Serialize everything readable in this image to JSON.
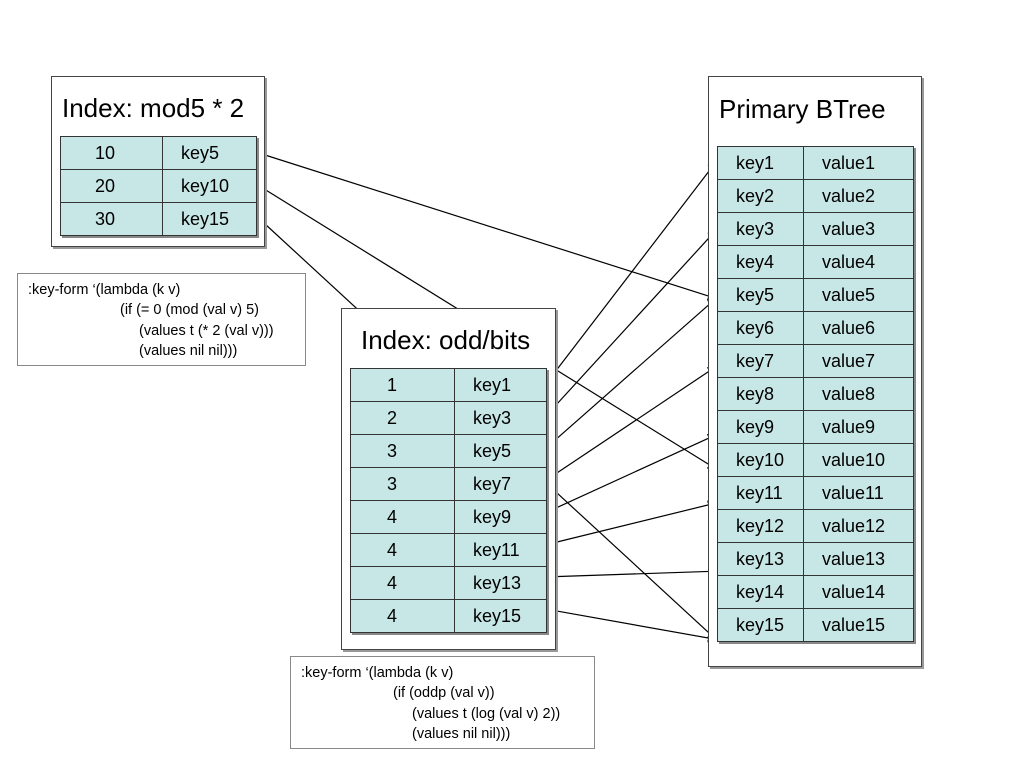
{
  "mod5_index": {
    "title": "Index: mod5 * 2",
    "rows": [
      {
        "k": "10",
        "v": "key5"
      },
      {
        "k": "20",
        "v": "key10"
      },
      {
        "k": "30",
        "v": "key15"
      }
    ]
  },
  "mod5_note": [
    ":key-form ‘(lambda (k v)",
    "(if (= 0 (mod (val v) 5)",
    "(values t (* 2 (val v)))",
    "(values nil nil)))"
  ],
  "odd_index": {
    "title": "Index: odd/bits",
    "rows": [
      {
        "k": "1",
        "v": "key1"
      },
      {
        "k": "2",
        "v": "key3"
      },
      {
        "k": "3",
        "v": "key5"
      },
      {
        "k": "3",
        "v": "key7"
      },
      {
        "k": "4",
        "v": "key9"
      },
      {
        "k": "4",
        "v": "key11"
      },
      {
        "k": "4",
        "v": "key13"
      },
      {
        "k": "4",
        "v": "key15"
      }
    ]
  },
  "odd_note": [
    ":key-form ‘(lambda (k v)",
    "(if (oddp (val v))",
    "(values t (log (val v) 2))",
    "(values nil nil)))"
  ],
  "primary": {
    "title": "Primary BTree",
    "rows": [
      {
        "k": "key1",
        "v": "value1"
      },
      {
        "k": "key2",
        "v": "value2"
      },
      {
        "k": "key3",
        "v": "value3"
      },
      {
        "k": "key4",
        "v": "value4"
      },
      {
        "k": "key5",
        "v": "value5"
      },
      {
        "k": "key6",
        "v": "value6"
      },
      {
        "k": "key7",
        "v": "value7"
      },
      {
        "k": "key8",
        "v": "value8"
      },
      {
        "k": "key9",
        "v": "value9"
      },
      {
        "k": "key10",
        "v": "value10"
      },
      {
        "k": "key11",
        "v": "value11"
      },
      {
        "k": "key12",
        "v": "value12"
      },
      {
        "k": "key13",
        "v": "value13"
      },
      {
        "k": "key14",
        "v": "value14"
      },
      {
        "k": "key15",
        "v": "value15"
      }
    ]
  },
  "links": {
    "mod5": [
      {
        "from": 0,
        "to": 4
      },
      {
        "from": 1,
        "to": 9
      },
      {
        "from": 2,
        "to": 14
      }
    ],
    "odd": [
      {
        "from": 0,
        "to": 0
      },
      {
        "from": 1,
        "to": 2
      },
      {
        "from": 2,
        "to": 4
      },
      {
        "from": 3,
        "to": 6
      },
      {
        "from": 4,
        "to": 8
      },
      {
        "from": 5,
        "to": 10
      },
      {
        "from": 6,
        "to": 12
      },
      {
        "from": 7,
        "to": 14
      }
    ]
  },
  "colors": {
    "cell": "#c7e6e6",
    "line": "#000000"
  }
}
